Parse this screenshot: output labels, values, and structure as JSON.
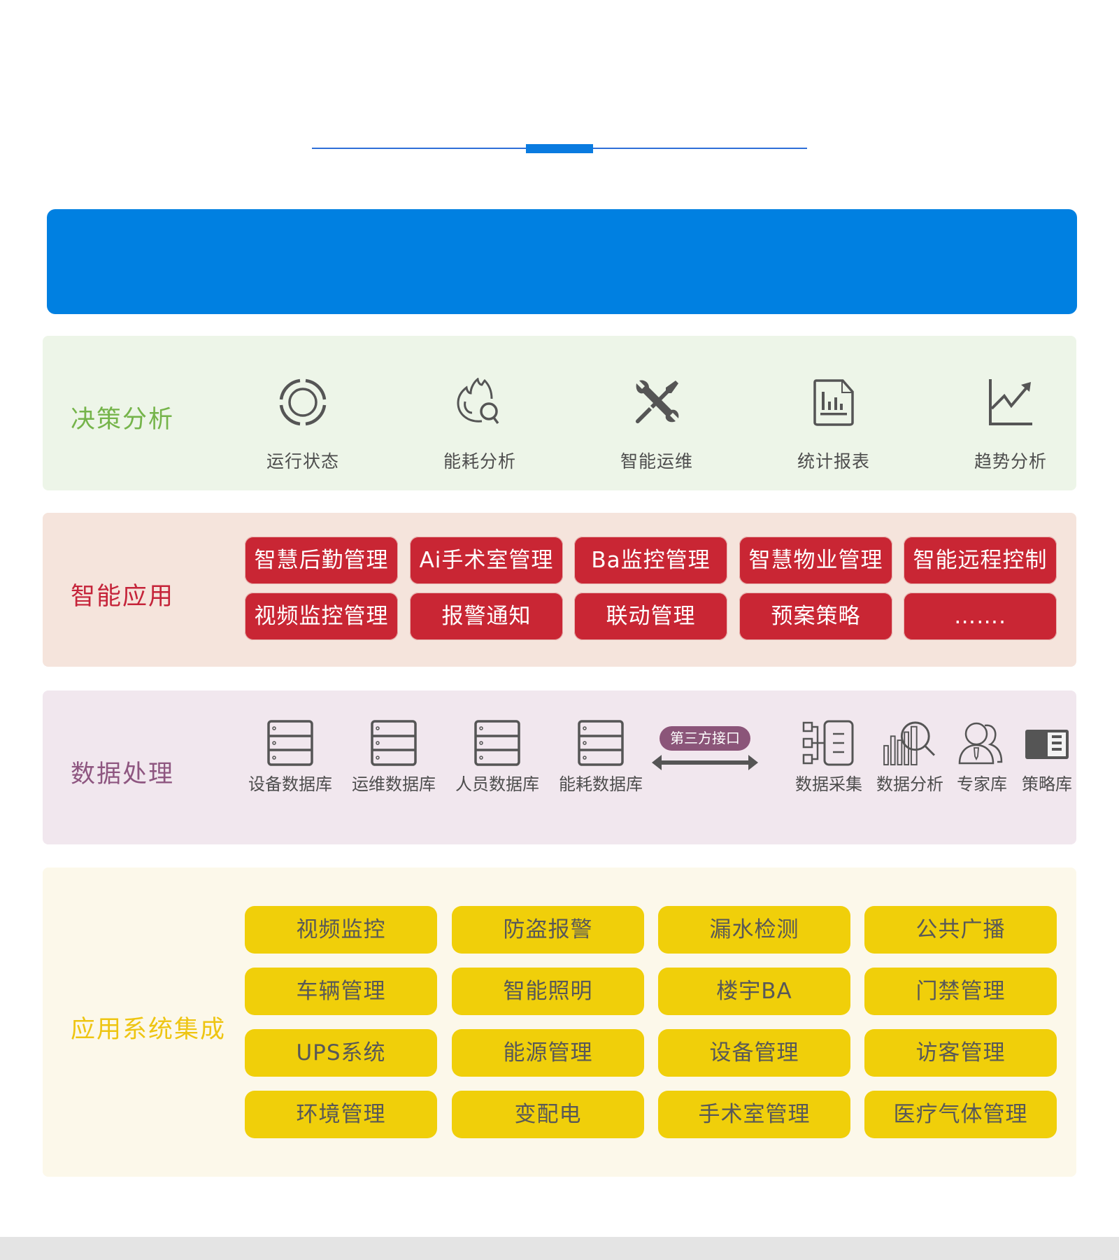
{
  "colors": {
    "accent_blue": "#0080e1",
    "decision_bg": "#edf5e8",
    "decision_label": "#75b44a",
    "smart_bg": "#f5e4dc",
    "smart_label": "#c5243a",
    "smart_button": "#c92634",
    "data_bg": "#f1e7ee",
    "data_label": "#8e5680",
    "interface_pill": "#8b5579",
    "integration_bg": "#fcf8ea",
    "integration_label": "#eec512",
    "integration_button": "#f0cf0a",
    "icon_gray": "#555555"
  },
  "decision": {
    "label": "决策分析",
    "items": [
      {
        "label": "运行状态",
        "icon": "status-ring-icon"
      },
      {
        "label": "能耗分析",
        "icon": "energy-flame-search-icon"
      },
      {
        "label": "智能运维",
        "icon": "wrench-screwdriver-icon"
      },
      {
        "label": "统计报表",
        "icon": "report-chart-icon"
      },
      {
        "label": "趋势分析",
        "icon": "trend-line-icon"
      }
    ]
  },
  "smart": {
    "label": "智能应用",
    "buttons": [
      "智慧后勤管理",
      "Ai手术室管理",
      "Ba监控管理",
      "智慧物业管理",
      "智能远程控制",
      "视频监控管理",
      "报警通知",
      "联动管理",
      "预案策略",
      "……."
    ]
  },
  "data": {
    "label": "数据处理",
    "databases": [
      {
        "label": "设备数据库",
        "icon": "database-icon"
      },
      {
        "label": "运维数据库",
        "icon": "database-icon"
      },
      {
        "label": "人员数据库",
        "icon": "database-icon"
      },
      {
        "label": "能耗数据库",
        "icon": "database-icon"
      }
    ],
    "interface_label": "第三方接口",
    "tools": [
      {
        "label": "数据采集",
        "icon": "data-collection-icon"
      },
      {
        "label": "数据分析",
        "icon": "data-analysis-icon"
      },
      {
        "label": "专家库",
        "icon": "expert-users-icon"
      },
      {
        "label": "策略库",
        "icon": "strategy-book-icon"
      }
    ]
  },
  "integration": {
    "label": "应用系统集成",
    "buttons": [
      "视频监控",
      "防盗报警",
      "漏水检测",
      "公共广播",
      "车辆管理",
      "智能照明",
      "楼宇BA",
      "门禁管理",
      "UPS系统",
      "能源管理",
      "设备管理",
      "访客管理",
      "环境管理",
      "变配电",
      "手术室管理",
      "医疗气体管理"
    ]
  }
}
